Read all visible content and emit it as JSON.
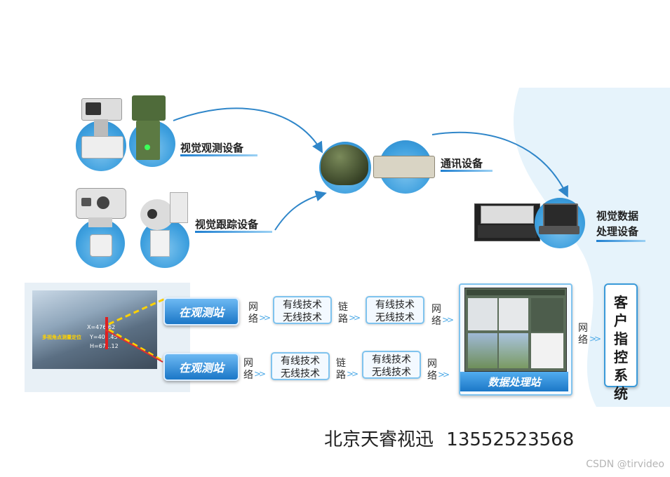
{
  "devices": {
    "observe_label": "视觉观测设备",
    "track_label": "视觉跟踪设备",
    "comm_label": "通讯设备",
    "process_label": "视觉数据处理设备"
  },
  "photo": {
    "coord_x": "X=476.62",
    "coord_y": "Y=401.45",
    "coord_h": "H=671.12",
    "target_label": "多视角点测量定位"
  },
  "flow": {
    "station1": "在观测站",
    "station2": "在观测站",
    "net_a": [
      "网",
      "络"
    ],
    "link": [
      "链",
      "路"
    ],
    "box_top": "有线技术",
    "box_bottom": "无线技术",
    "net_b": [
      "网",
      "络"
    ],
    "net_c": [
      "网",
      "络"
    ],
    "processing_station": "数据处理站",
    "client": [
      "客",
      "户",
      "指",
      "控",
      "系",
      "统"
    ]
  },
  "footer": {
    "company": "北京天睿视迅",
    "phone": "13552523568"
  },
  "watermark": "CSDN @tirvideo",
  "colors": {
    "accent_blue": "#2a86c8",
    "link_blue": "#4aa8e6"
  }
}
